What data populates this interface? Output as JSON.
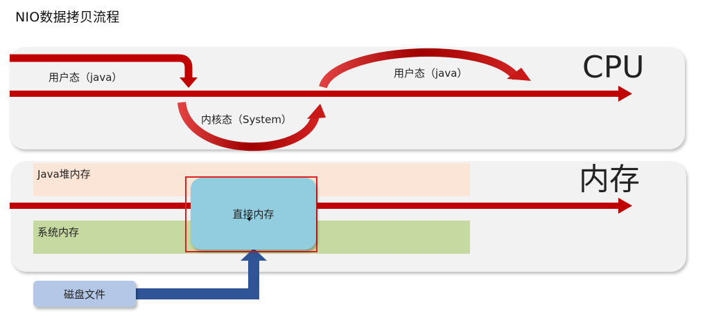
{
  "title": "NIO数据拷贝流程",
  "cpu": {
    "label": "CPU",
    "user_mode_left": "用户态（java）",
    "user_mode_right": "用户态（java）",
    "kernel_mode": "内核态（System）"
  },
  "memory": {
    "label": "内存",
    "java_heap": "Java堆内存",
    "system_memory": "系统内存",
    "direct_memory": "直接内存"
  },
  "disk": {
    "label": "磁盘文件"
  },
  "colors": {
    "arrow_red": "#c00000",
    "arrow_blue": "#2f5597",
    "heap_fill": "#fbe5d6",
    "system_fill": "#c6d9a0",
    "direct_fill": "#92cddf",
    "disk_fill": "#b4c7e7",
    "highlight_border": "#e02020"
  }
}
